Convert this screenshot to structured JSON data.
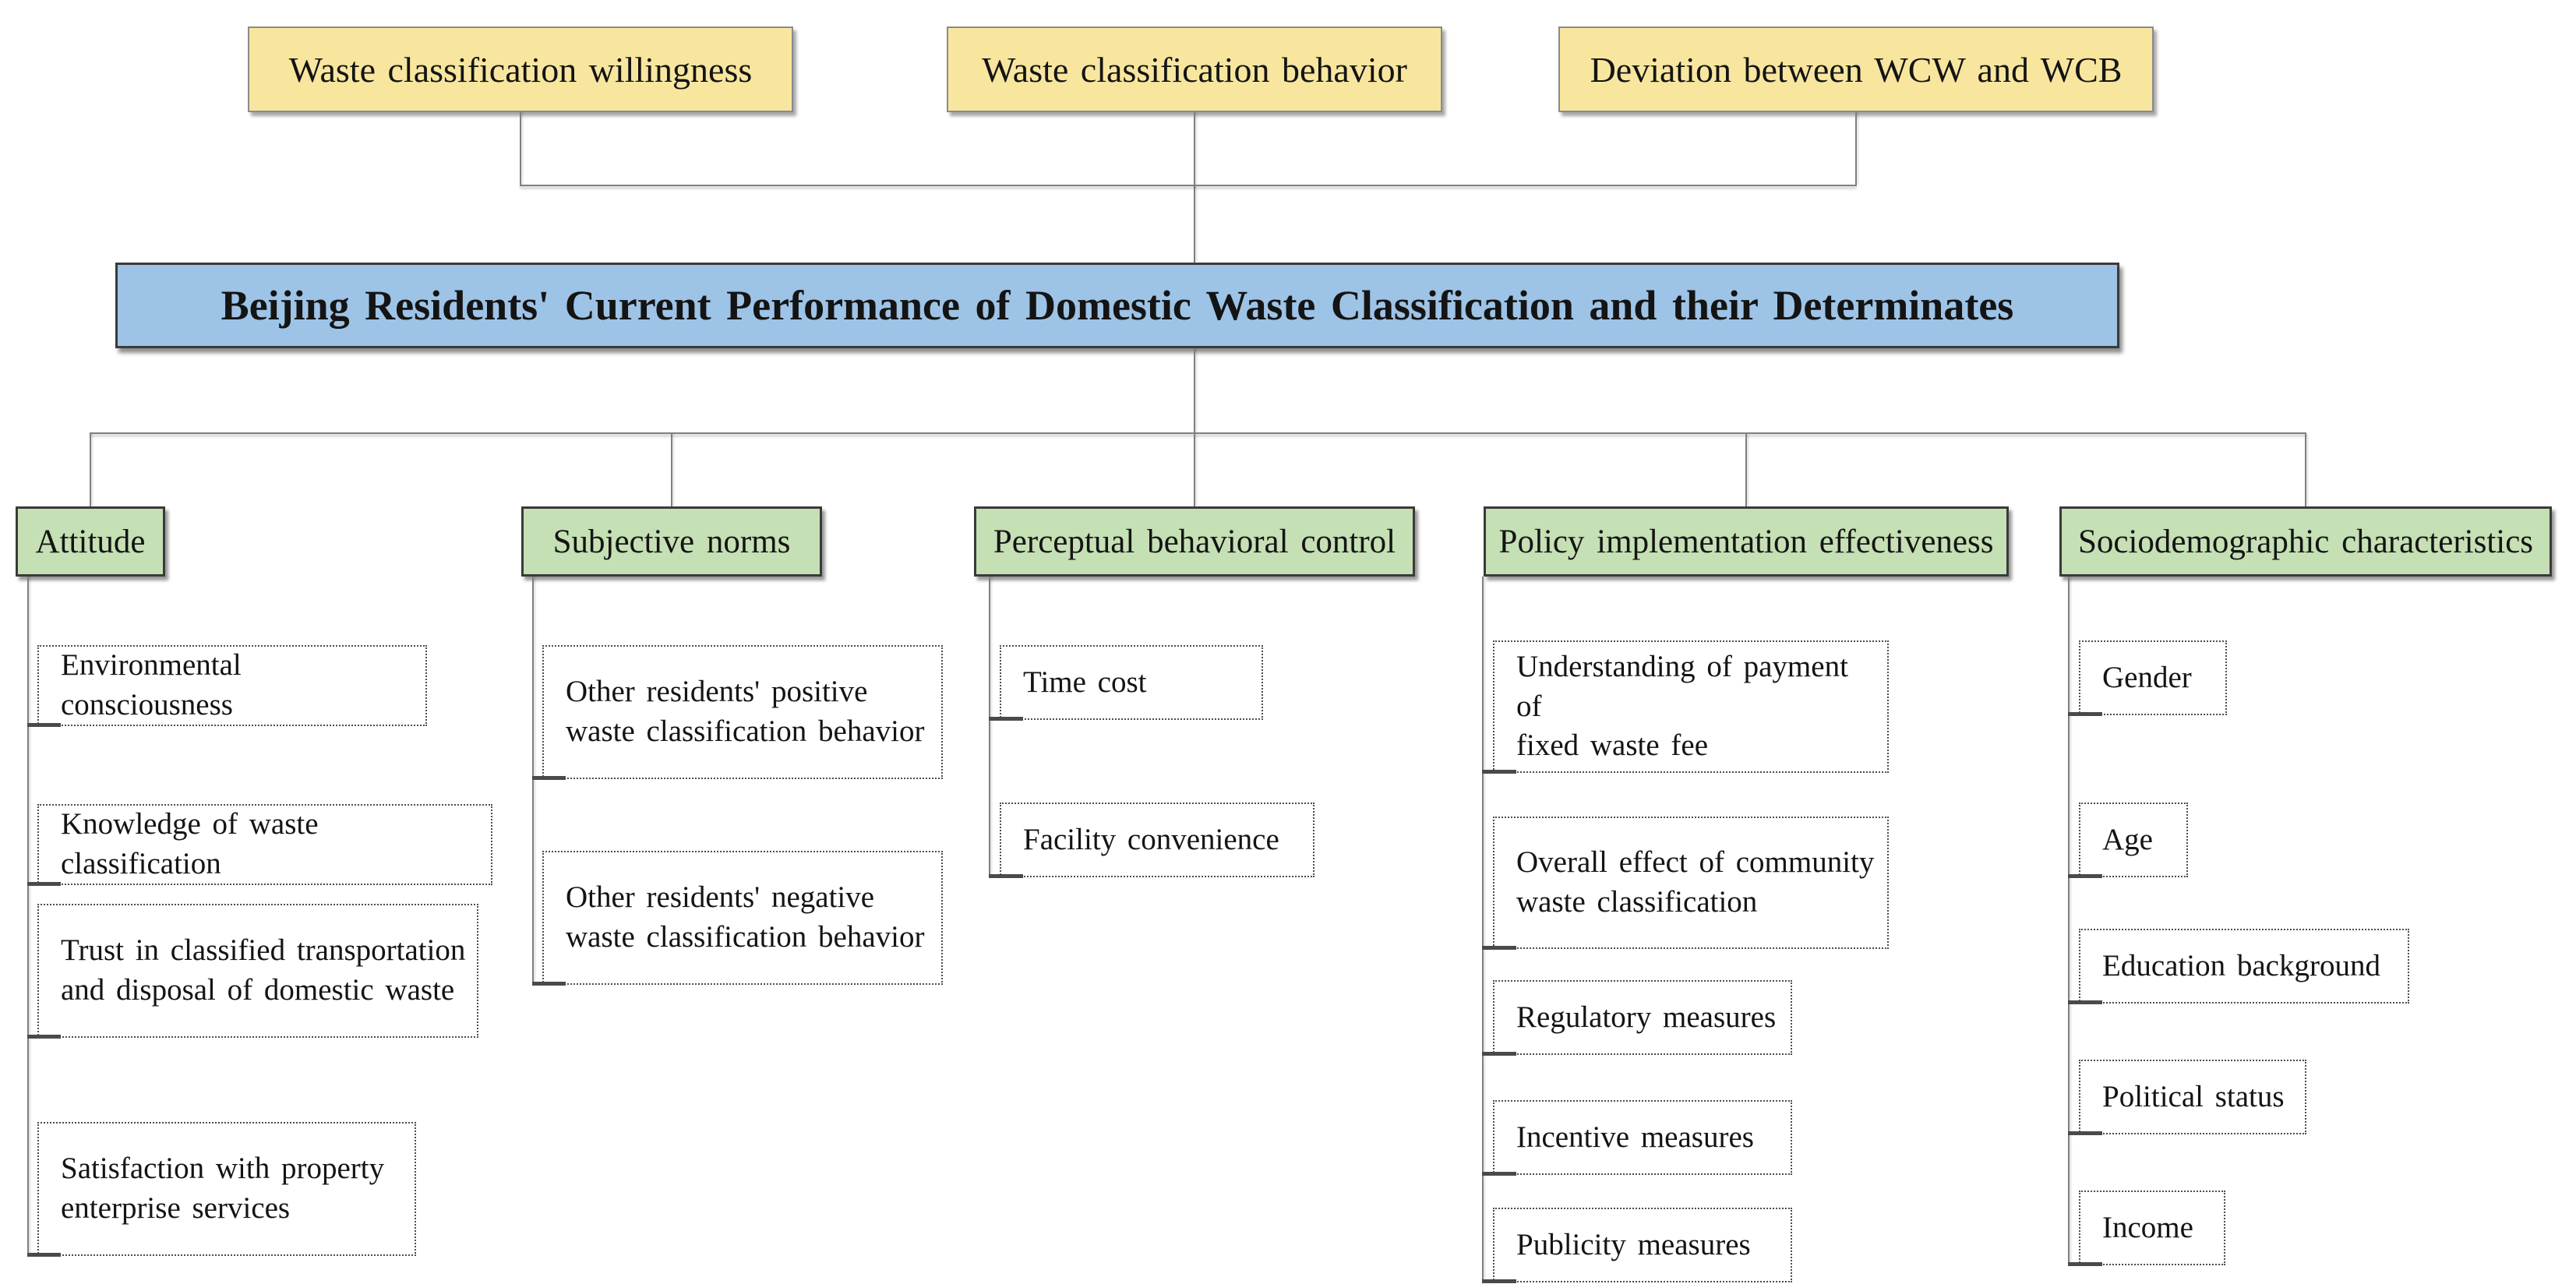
{
  "diagram": {
    "background": "#ffffff",
    "outcomes": [
      {
        "label": "Waste classification willingness"
      },
      {
        "label": "Waste classification behavior"
      },
      {
        "label": "Deviation between WCW and WCB"
      }
    ],
    "central": {
      "label": "Beijing Residents' Current Performance of Domestic Waste Classification and their Determinates"
    },
    "categories": [
      {
        "label": "Attitude",
        "leaves": [
          "Environmental consciousness",
          "Knowledge of waste classification",
          "Trust in classified transportation\nand disposal of domestic waste",
          "Satisfaction with property\nenterprise services"
        ]
      },
      {
        "label": "Subjective norms",
        "leaves": [
          "Other residents' positive\nwaste classification behavior",
          "Other residents' negative\nwaste classification behavior"
        ]
      },
      {
        "label": "Perceptual behavioral control",
        "leaves": [
          "Time cost",
          "Facility convenience"
        ]
      },
      {
        "label": "Policy implementation effectiveness",
        "leaves": [
          "Understanding of payment of\nfixed waste fee",
          "Overall effect of community\nwaste classification",
          "Regulatory measures",
          "Incentive measures",
          "Publicity measures"
        ]
      },
      {
        "label": "Sociodemographic characteristics",
        "leaves": [
          "Gender",
          "Age",
          "Education background",
          "Political status",
          "Income"
        ]
      }
    ],
    "colors": {
      "outcome_fill": "#F8E69F",
      "outcome_border": "#8a8a8a",
      "central_fill": "#9DC3E6",
      "central_border": "#3a3a3a",
      "category_fill": "#C5E0B4",
      "category_border": "#3a3a3a",
      "leaf_border": "#4d4d4d",
      "connector": "#7f7f7f",
      "text": "#141414"
    }
  }
}
